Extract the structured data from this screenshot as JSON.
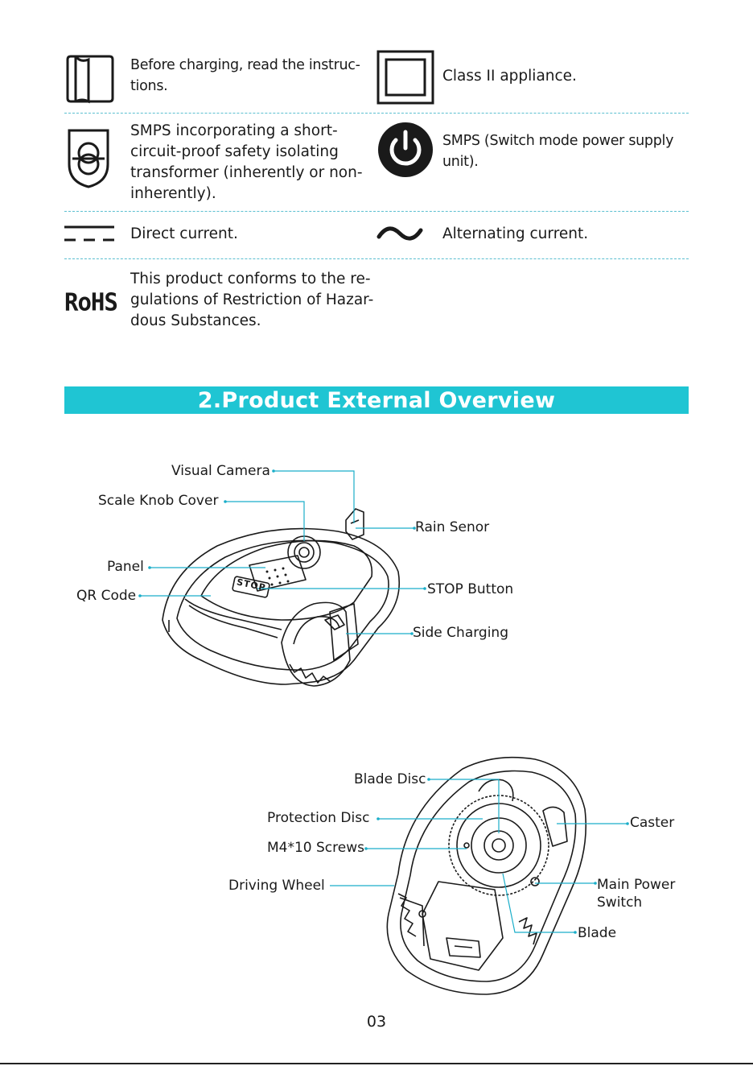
{
  "symbols": {
    "read_manual": {
      "icon": "open-book-icon",
      "text": "Before charging, read the instruc-\ntions."
    },
    "class_two": {
      "icon": "double-square-icon",
      "text": "Class II appliance."
    },
    "smps_transformer": {
      "icon": "safety-transformer-icon",
      "text": "SMPS incorporating a short-\ncircuit-proof safety isolating\ntransformer (inherently or non-\ninherently)."
    },
    "smps_unit": {
      "icon": "power-button-icon",
      "text": "SMPS (Switch mode power supply\nunit)."
    },
    "direct_current": {
      "icon": "direct-current-icon",
      "text": "Direct current."
    },
    "alternating_current": {
      "icon": "alternating-current-icon",
      "text": "Alternating current."
    },
    "rohs": {
      "icon": "rohs-logo",
      "logo_text": "RoHS",
      "text": "This product conforms to the re-\ngulations of Restriction of Hazar-\ndous Substances."
    }
  },
  "section": {
    "title": "2.Product External Overview"
  },
  "top_view_labels": {
    "visual_camera": "Visual Camera",
    "scale_knob_cover": "Scale Knob Cover",
    "rain_sensor": "Rain Senor",
    "panel": "Panel",
    "qr_code": "QR Code",
    "stop_button": "STOP Button",
    "side_charging": "Side Charging",
    "stop_text": "STOP"
  },
  "bottom_view_labels": {
    "blade_disc": "Blade Disc",
    "protection_disc": "Protection Disc",
    "m4_screws": "M4*10 Screws",
    "driving_wheel": "Driving Wheel",
    "caster": "Caster",
    "main_power_switch": "Main Power\nSwitch",
    "blade": "Blade"
  },
  "colors": {
    "accent": "#1fc5d3",
    "callout": "#1aaec9",
    "ink": "#1a1a1a"
  },
  "page_number": "03"
}
